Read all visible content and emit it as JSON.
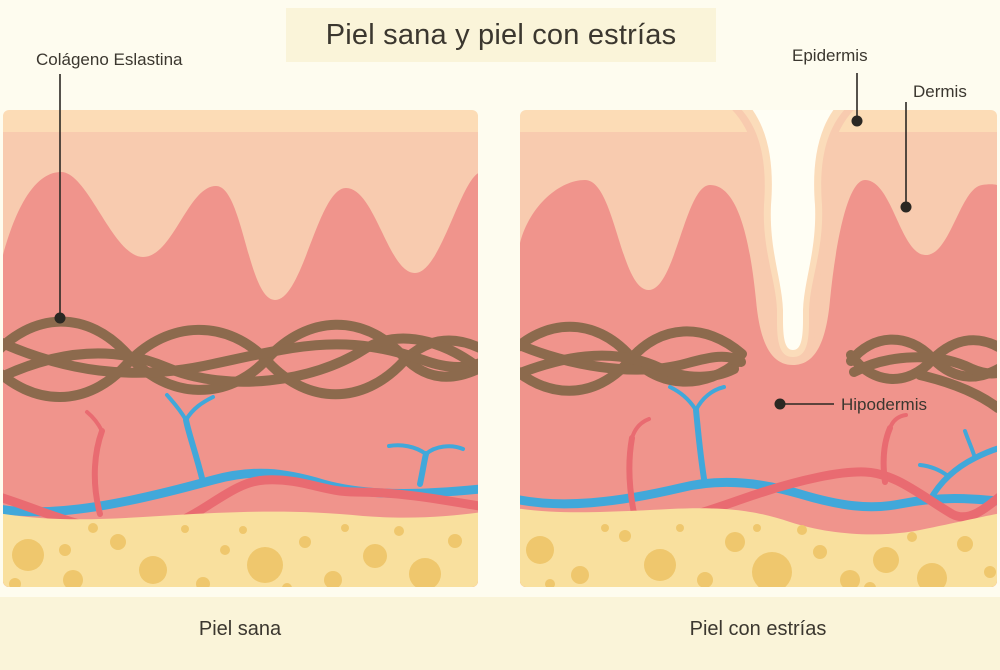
{
  "title": "Piel sana y piel con estrías",
  "annotations": {
    "colageno": "Colágeno Eslastina",
    "epidermis": "Epidermis",
    "dermis": "Dermis",
    "hipodermis": "Hipodermis"
  },
  "captions": {
    "left": "Piel sana",
    "right": "Piel con estrías"
  },
  "colors": {
    "page_bg": "#FEFCEF",
    "box_bg": "#FAF4D9",
    "epidermis_top": "#FCDCB6",
    "epidermis_lining": "#FBDCBA",
    "papillary": "#F8CBAF",
    "dermis": "#F0948C",
    "collagen": "#8C6A4D",
    "vein_blue": "#41A8DA",
    "artery_red": "#E96B71",
    "fat": "#F9E09E",
    "fat_cell": "#EFC76D",
    "crevice": "#FFFEF4",
    "leader": "#2B2823",
    "text": "#3B372F"
  }
}
